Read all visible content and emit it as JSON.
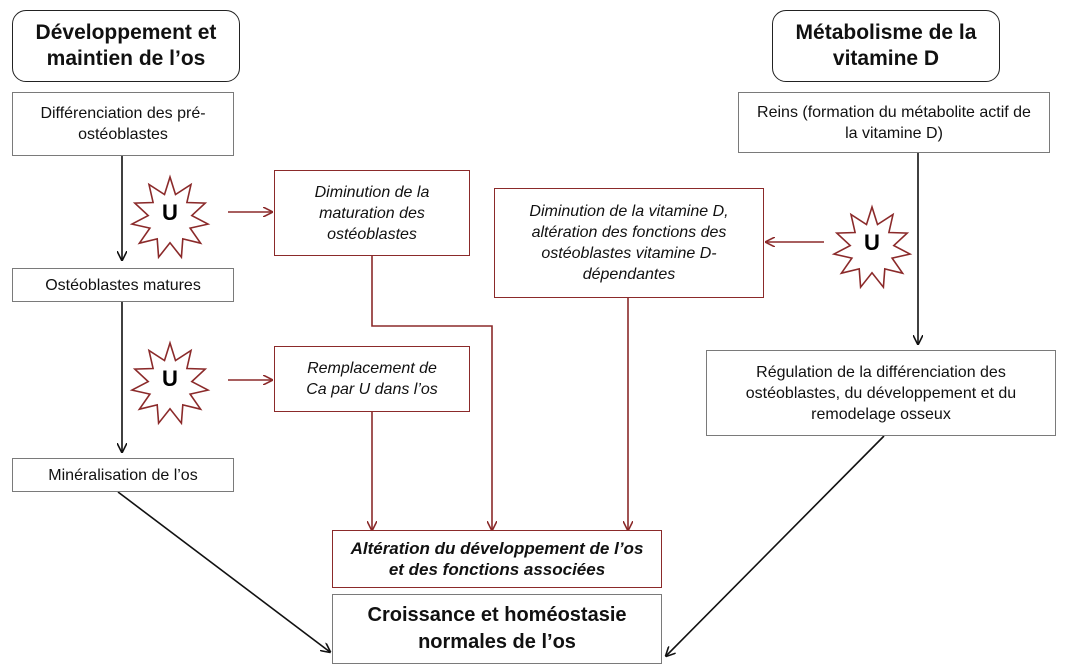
{
  "headers": {
    "left": "Développement et maintien de l’os",
    "right": "Métabolisme de la vitamine D"
  },
  "left_steps": {
    "step1": "Différenciation des pré-ostéoblastes",
    "step2": "Ostéoblastes matures",
    "step3": "Minéralisation de l’os"
  },
  "right_steps": {
    "step1": "Reins (formation du métabolite actif de la vitamine D)",
    "step2": "Régulation de la différenciation des ostéoblastes, du développement et du remodelage osseux"
  },
  "effects": {
    "maturation": "Diminution de la maturation des ostéoblastes",
    "replacement": "Remplacement de Ca par U dans l’os",
    "vitamin_d": "Diminution de la vitamine D, altération des fonctions des ostéoblastes vitamine D-dépendantes"
  },
  "outcomes": {
    "alteration": "Altération du développement de l’os et des fonctions associées",
    "normal": "Croissance et homéostasie normales de l’os"
  },
  "burst_label": "U",
  "colors": {
    "black_arrow": "#111111",
    "red_arrow": "#8b2a2a",
    "grey_border": "#7a7a7a"
  }
}
